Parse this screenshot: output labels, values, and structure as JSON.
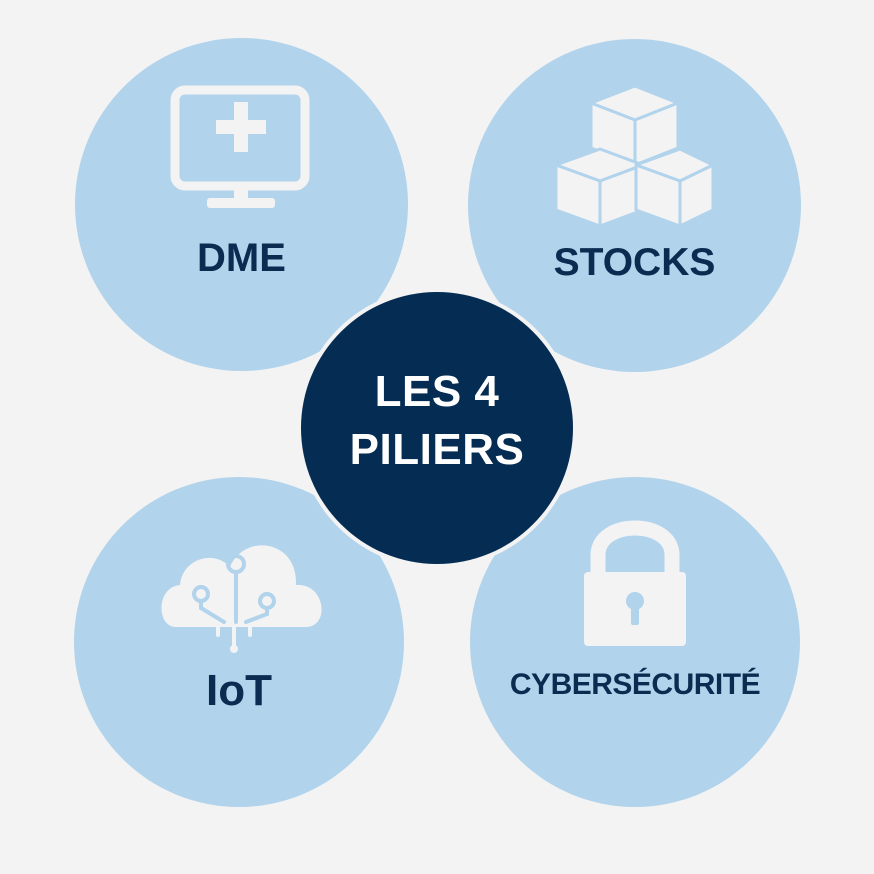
{
  "center": {
    "line1": "LES 4",
    "line2": "PILIERS"
  },
  "pillars": [
    {
      "label": "DME",
      "icon": "computer-monitor-medical-cross-icon"
    },
    {
      "label": "STOCKS",
      "icon": "stacked-boxes-icon"
    },
    {
      "label": "IoT",
      "icon": "cloud-circuit-icon"
    },
    {
      "label": "CYBERSÉCURITÉ",
      "icon": "padlock-icon"
    }
  ],
  "colors": {
    "background": "#f3f3f4",
    "pillar_circle": "#b1d3eb",
    "center_circle": "#052c52",
    "label_text": "#0c2b50",
    "icon": "#f3f3f4"
  }
}
